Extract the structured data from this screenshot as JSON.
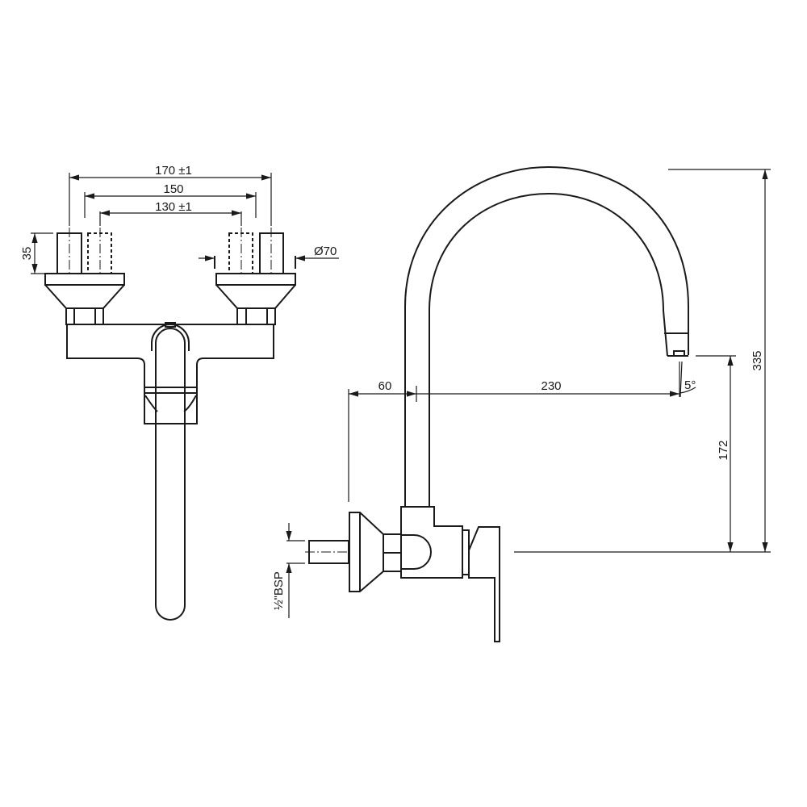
{
  "drawing": {
    "front_view": {
      "dim_outer": "170 ±1",
      "dim_middle": "150",
      "dim_inner": "130 ±1",
      "dim_height": "35",
      "dim_diameter": "Ø70"
    },
    "side_view": {
      "dim_wall_offset": "60",
      "dim_reach": "230",
      "dim_total_height": "335",
      "dim_spout_height": "172",
      "dim_angle": "5°",
      "dim_thread": "½\"BSP"
    },
    "colors": {
      "line": "#1a1a1a",
      "background": "#ffffff"
    }
  }
}
